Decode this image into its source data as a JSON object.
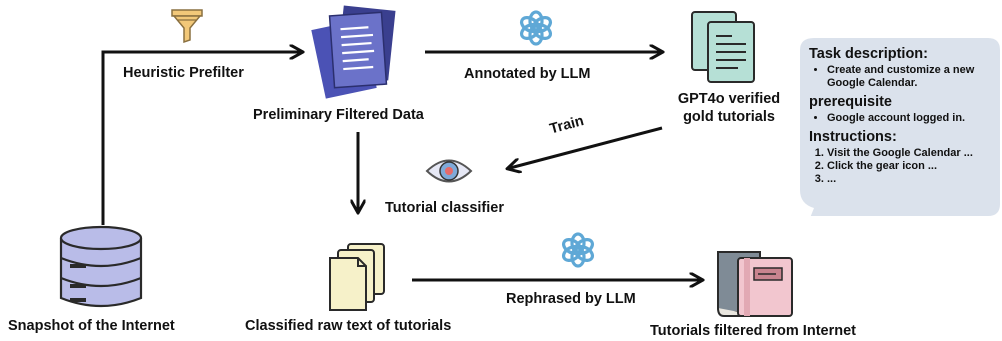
{
  "nodes": {
    "source": "Snapshot of the Internet",
    "preliminary": "Preliminary Filtered Data",
    "gold": [
      "GPT4o verified",
      "gold tutorials"
    ],
    "classifier": "Tutorial classifier",
    "classified": "Classified raw text of tutorials",
    "filtered": "Tutorials filtered from Internet"
  },
  "edges": {
    "prefilter": "Heuristic Prefilter",
    "annotate": "Annotated by LLM",
    "train": "Train",
    "rephrase": "Rephrased by LLM"
  },
  "example": {
    "task_heading": "Task description:",
    "task_items": [
      "Create and customize a new Google Calendar."
    ],
    "prereq_heading": "prerequisite",
    "prereq_items": [
      "Google account logged in."
    ],
    "instr_heading": "Instructions:",
    "instr_items": [
      "Visit the Google Calendar ...",
      "Click the gear icon ...",
      "..."
    ]
  },
  "colors": {
    "arrow": "#111111",
    "bubble": "#dbe2ec",
    "database": "#b9bce8",
    "docs": "#6b72c9",
    "gold_docs": "#b6e0d6",
    "book_pink": "#f2c6cf",
    "book_slate": "#7f8b96",
    "eye": "#e86a6a",
    "funnel": "#f2c879",
    "openai": "#5fa8d6"
  },
  "icons": [
    "funnel-icon",
    "documents-icon",
    "openai-icon",
    "gold-docs-icon",
    "eye-icon",
    "database-icon",
    "raw-text-icon",
    "books-icon"
  ]
}
